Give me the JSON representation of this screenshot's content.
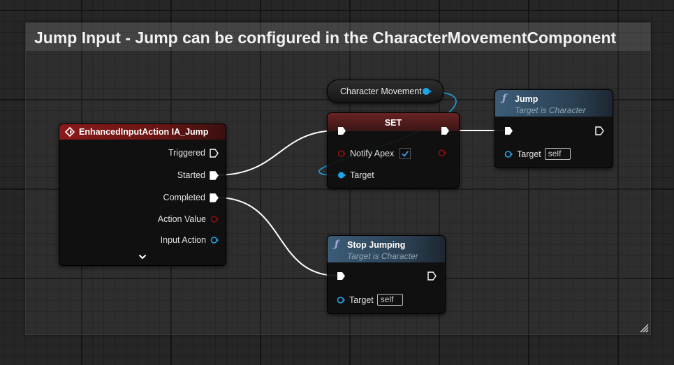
{
  "comment": {
    "title": "Jump Input - Jump can be configured in the CharacterMovementComponent"
  },
  "nodes": {
    "input_action": {
      "title": "EnhancedInputAction IA_Jump",
      "pins": {
        "triggered": "Triggered",
        "started": "Started",
        "completed": "Completed",
        "action_value": "Action Value",
        "input_action": "Input Action"
      }
    },
    "character_movement": {
      "title": "Character Movement"
    },
    "set": {
      "title": "SET",
      "pins": {
        "notify_apex": "Notify Apex",
        "target": "Target"
      },
      "notify_apex_checked": true
    },
    "jump": {
      "title": "Jump",
      "subtitle": "Target is Character",
      "pins": {
        "target": "Target",
        "target_value": "self"
      }
    },
    "stop_jumping": {
      "title": "Stop Jumping",
      "subtitle": "Target is Character",
      "pins": {
        "target": "Target",
        "target_value": "self"
      }
    }
  },
  "colors": {
    "event_header": "#8a1a1a",
    "function_header": "#3b5d78",
    "set_header": "#5a1f1f",
    "object_pin": "#1fa6e8",
    "bool_pin": "#8f0d0d",
    "exec_wire": "#ffffff"
  }
}
